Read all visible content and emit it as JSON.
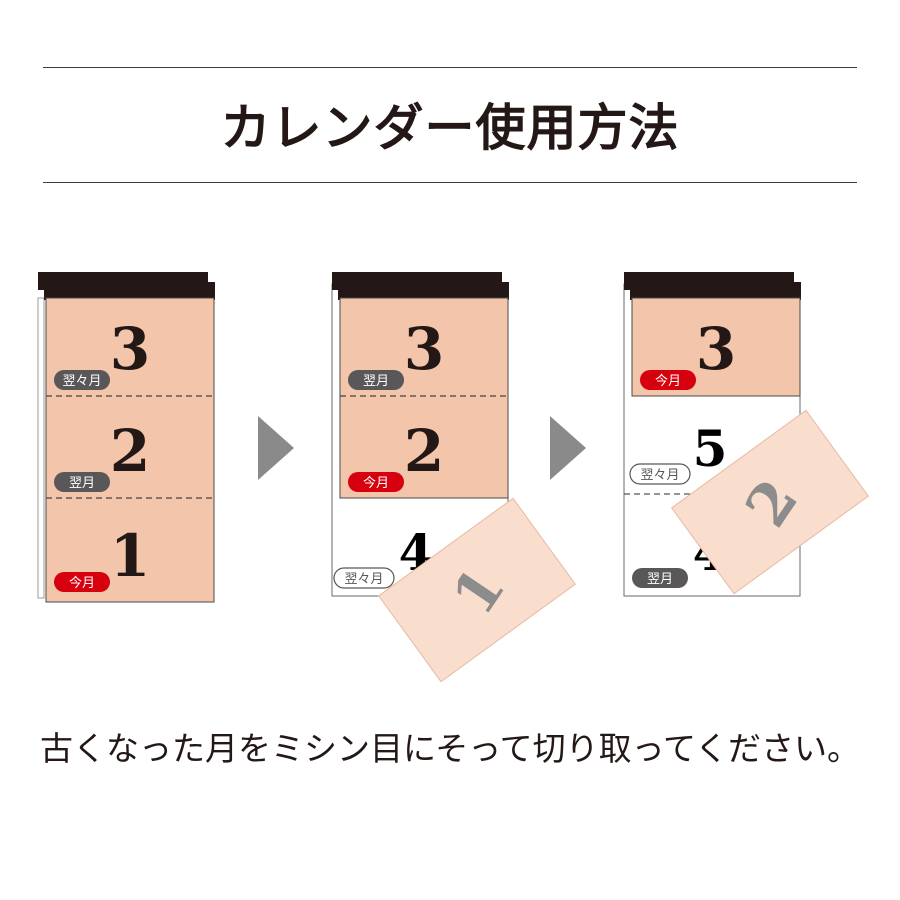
{
  "title": "カレンダー使用方法",
  "caption": "古くなった月をミシン目にそって切り取ってください。",
  "colors": {
    "sheet": "#f3c5ab",
    "torn": "#f9ddcd",
    "header": "#231815",
    "today_badge": "#d7000f",
    "gray_badge": "#595757",
    "arrow": "#8a8a8a",
    "new_number": "#e6562f"
  },
  "panels": [
    {
      "sheets": [
        {
          "number": "3",
          "label": "翌々月",
          "badge": "gray"
        },
        {
          "number": "2",
          "label": "翌月",
          "badge": "gray"
        },
        {
          "number": "1",
          "label": "今月",
          "badge": "red"
        }
      ]
    },
    {
      "sheets": [
        {
          "number": "3",
          "label": "翌月",
          "badge": "gray"
        },
        {
          "number": "2",
          "label": "今月",
          "badge": "red"
        }
      ],
      "below": {
        "number": "4",
        "label": "翌々月"
      },
      "torn": {
        "number": "1"
      }
    },
    {
      "sheets": [
        {
          "number": "3",
          "label": "今月",
          "badge": "red"
        }
      ],
      "below_top": {
        "number": "5",
        "label": "翌々月"
      },
      "below_bottom": {
        "number": "4",
        "label": "翌月"
      },
      "torn": {
        "number": "2"
      }
    }
  ]
}
